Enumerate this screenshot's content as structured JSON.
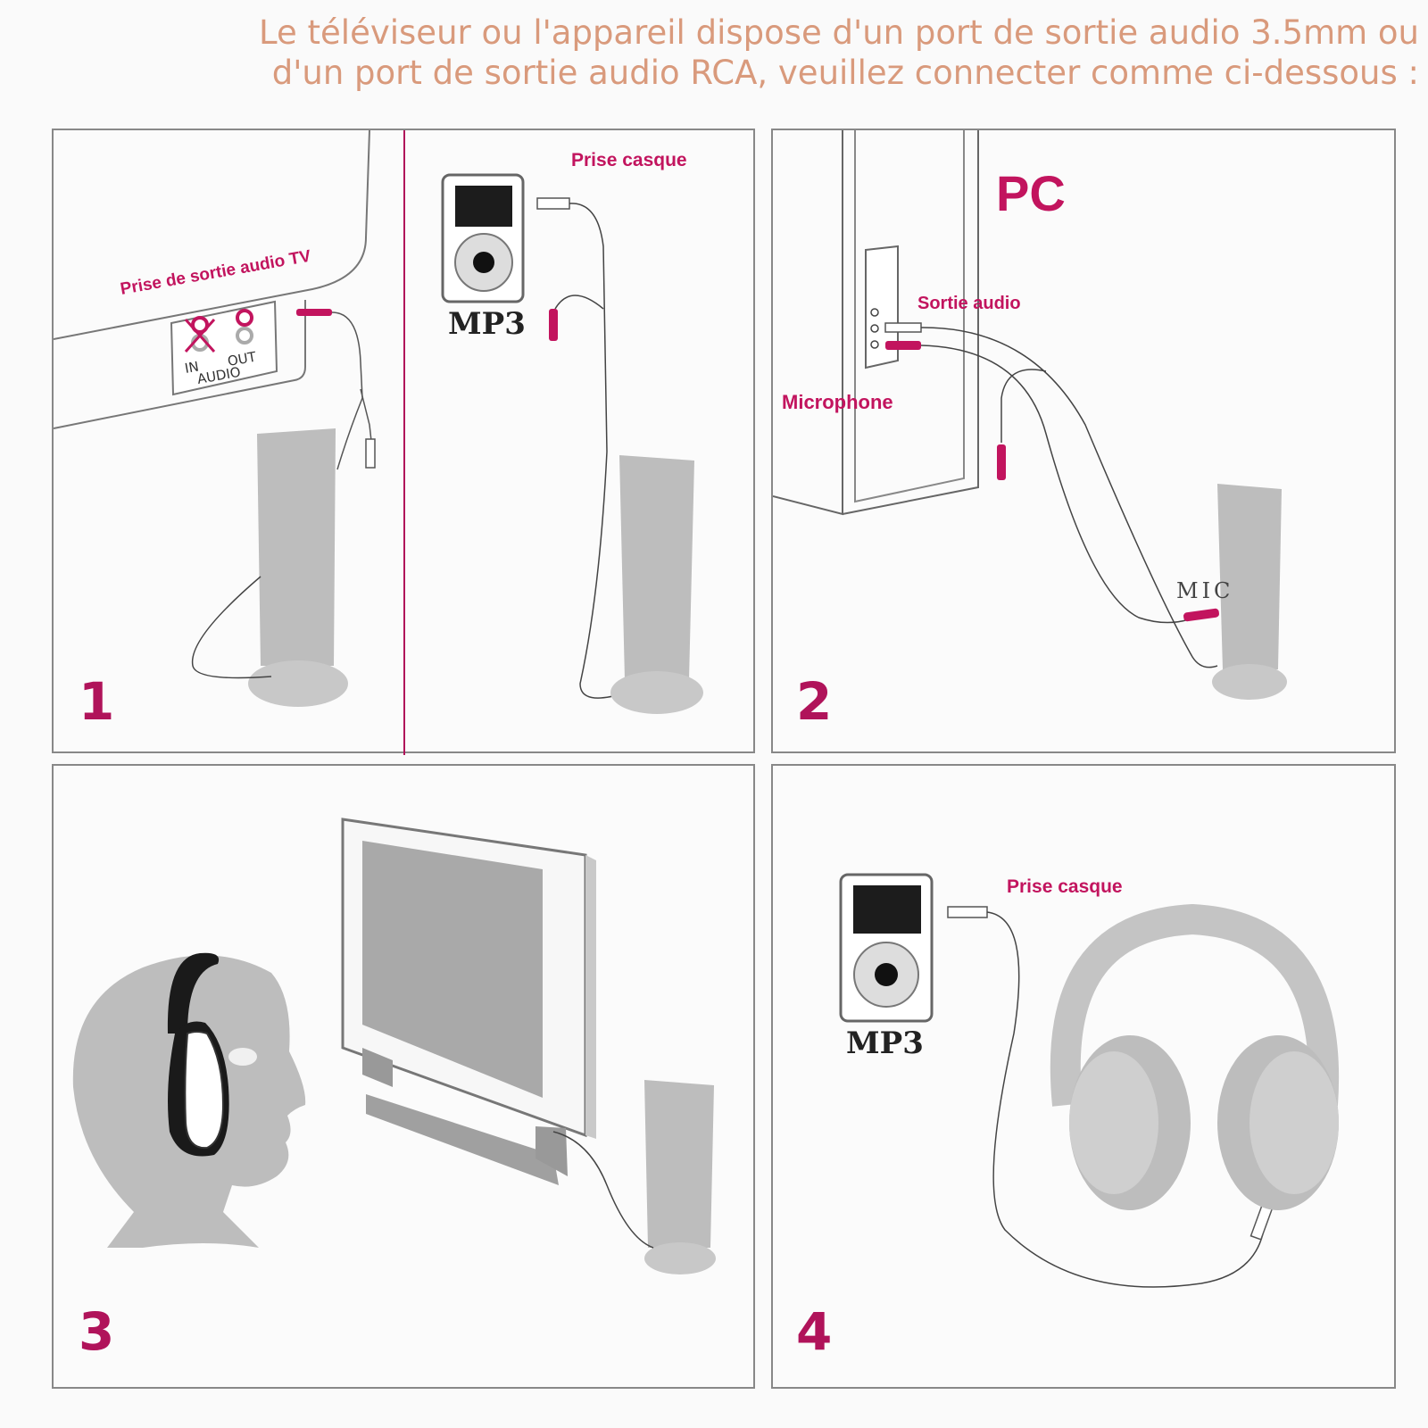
{
  "header": {
    "line1": "Le téléviseur ou l'appareil dispose d'un port de sortie audio 3.5mm ou",
    "line2": "d'un port de sortie audio RCA, veuillez connecter comme ci-dessous :"
  },
  "panel1": {
    "number": "1",
    "tv_jack_label": "Prise de sortie audio TV",
    "port_in": "IN",
    "port_out": "OUT",
    "port_audio": "AUDIO",
    "headphone_jack_label": "Prise casque",
    "device_label": "MP3"
  },
  "panel2": {
    "number": "2",
    "pc_label": "PC",
    "audio_out_label": "Sortie audio",
    "microphone_label": "Microphone",
    "mic_label": "MIC"
  },
  "panel3": {
    "number": "3"
  },
  "panel4": {
    "number": "4",
    "headphone_jack_label": "Prise casque",
    "device_label": "MP3"
  },
  "colors": {
    "accent": "#c2145e",
    "header": "#d99a7c",
    "device_gray": "#b5b5b5"
  }
}
